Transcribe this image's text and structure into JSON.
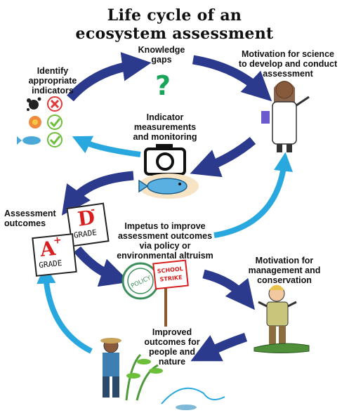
{
  "title": {
    "line1": "Life cycle of an",
    "line2": "ecosystem assessment"
  },
  "nodes": {
    "knowledge_gaps": {
      "line1": "Knowledge",
      "line2": "gaps"
    },
    "identify_indicators": {
      "line1": "Identify",
      "line2": "appropriate",
      "line3": "indicators"
    },
    "motivation_science": {
      "line1": "Motivation for science",
      "line2": "to develop and conduct",
      "line3": "assessment"
    },
    "indicator_measurements": {
      "line1": "Indicator",
      "line2": "measurements",
      "line3": "and monitoring"
    },
    "assessment_outcomes": {
      "line1": "Assessment",
      "line2": "outcomes"
    },
    "impetus": {
      "line1": "Impetus to improve",
      "line2": "assessment outcomes",
      "line3": "via policy or",
      "line4": "environmental altruism"
    },
    "motivation_management": {
      "line1": "Motivation for",
      "line2": "management and",
      "line3": "conservation"
    },
    "improved_outcomes": {
      "line1": "Improved",
      "line2": "outcomes for",
      "line3": "people and",
      "line4": "nature"
    }
  },
  "grades": {
    "d_grade": {
      "letter": "D",
      "sign": "-",
      "word": "GRADE"
    },
    "a_grade": {
      "letter": "A",
      "sign": "+",
      "word": "GRADE"
    }
  },
  "signs": {
    "policy_stamp": "POLICY",
    "school_strike": {
      "line1": "SCHOOL",
      "line2": "STRIKE"
    }
  },
  "colors": {
    "dark_arrow": "#2b3a8c",
    "light_arrow": "#29a8e0",
    "question_mark": "#1aa55a",
    "check": "#6cbf3a",
    "cross": "#e03a3a",
    "grade_red": "#d81e1e"
  }
}
